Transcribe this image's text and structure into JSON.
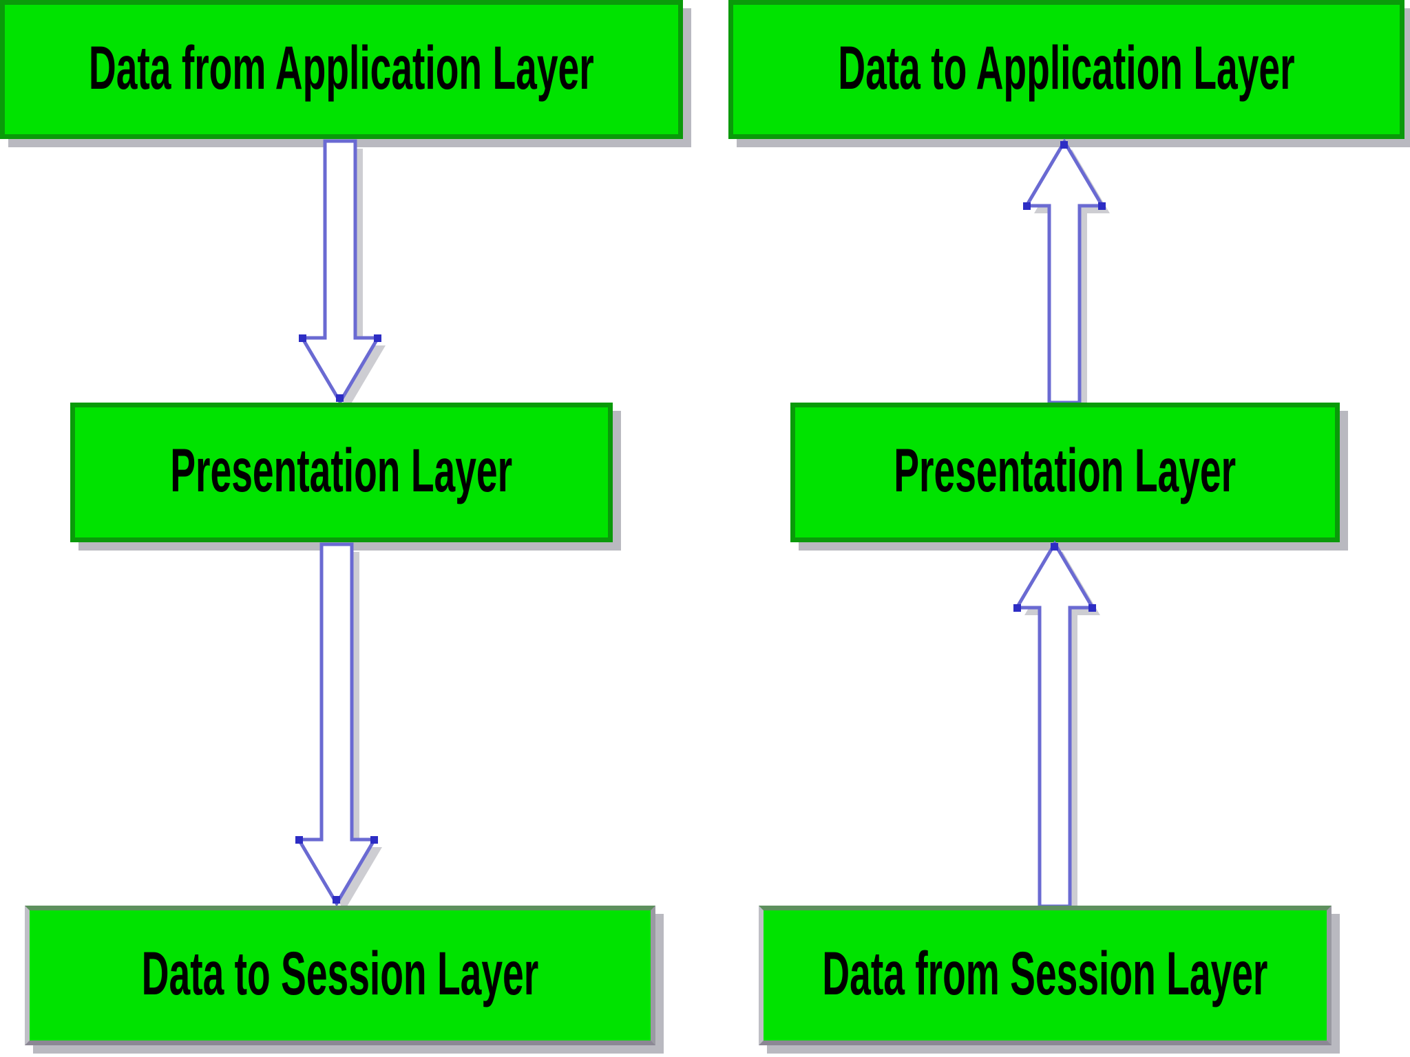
{
  "diagram": {
    "left_flow": {
      "direction": "down",
      "boxes": [
        {
          "label": "Data from Application Layer"
        },
        {
          "label": "Presentation Layer"
        },
        {
          "label": "Data to Session Layer"
        }
      ]
    },
    "right_flow": {
      "direction": "up",
      "boxes": [
        {
          "label": "Data to Application Layer"
        },
        {
          "label": "Presentation Layer"
        },
        {
          "label": "Data from Session Layer"
        }
      ]
    },
    "colors": {
      "box_fill": "#00e300",
      "box_border": "#0a9a0a",
      "text": "#000000",
      "arrow_outline": "#6a6ad2",
      "arrow_fill": "#ffffff",
      "box_shadow": "#b9b9c0",
      "arrow_shadow": "#cdcdd2",
      "arrow_vertex_dot": "#2d2dc4"
    }
  }
}
